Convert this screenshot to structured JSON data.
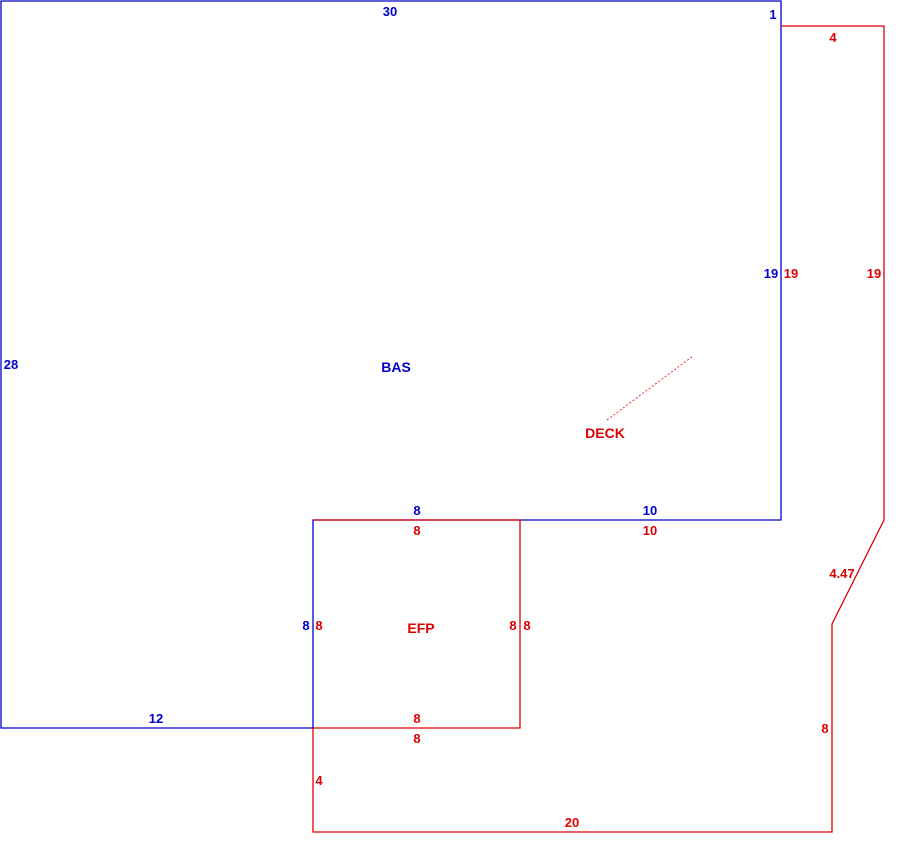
{
  "colors": {
    "bas": "#0000cc",
    "deck": "#dd0000",
    "background": "#ffffff"
  },
  "areas": {
    "bas": {
      "label": "BAS"
    },
    "deck": {
      "label": "DECK"
    },
    "efp": {
      "label": "EFP"
    }
  },
  "bas_dimensions": {
    "top": "30",
    "right_notch": "1",
    "right": "19",
    "left": "28",
    "inner_top_left": "8",
    "inner_top_right": "10",
    "inner_left": "8",
    "bottom": "12"
  },
  "efp_dimensions": {
    "top": "8",
    "left": "8",
    "right_inner": "8",
    "right_outer": "8",
    "bottom_inner": "8",
    "bottom_outer": "8"
  },
  "deck_dimensions": {
    "top": "4",
    "left": "19",
    "right": "19",
    "below_bas": "10",
    "diagonal": "4.47",
    "right_lower": "8",
    "left_lower": "4",
    "bottom": "20"
  }
}
